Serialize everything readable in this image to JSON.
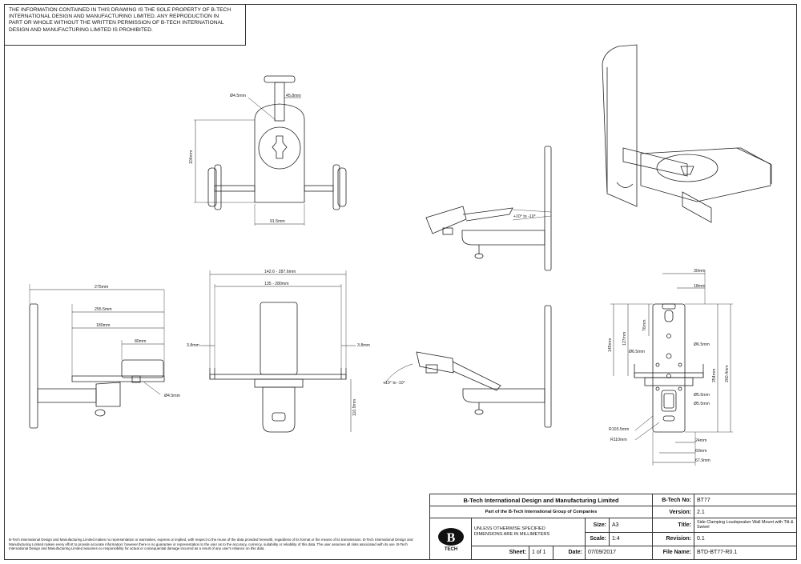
{
  "notice": {
    "lines": [
      "THE INFORMATION CONTAINED IN THIS DRAWING IS THE SOLE PROPERTY OF B-TECH",
      "INTERNATIONAL DESIGN AND MANUFACTURING LIMITED. ANY REPRODUCTION IN",
      "PART OR WHOLE WITHOUT THE WRITTEN PERMISSION OF B-TECH INTERNATIONAL",
      "DESIGN AND MANUFACTURING LIMITED IS PROHIBITED."
    ]
  },
  "dims": {
    "top": {
      "d1": "Ø4.5mm",
      "d2": "45.8mm",
      "d3": "106mm",
      "d4": "91.5mm"
    },
    "tilt_top": "+10° to -10°",
    "side": {
      "d1": "275mm",
      "d2": "255.5mm",
      "d3": "180mm",
      "d4": "80mm",
      "d5": "Ø4.5mm"
    },
    "front": {
      "d1": "142.6 - 287.6mm",
      "d2": "135 - 280mm",
      "d3": "3.8mm",
      "d4": "3.8mm",
      "d5": "110.9mm"
    },
    "tilt_bottom": "+10° to -10°",
    "plate": {
      "d1": "30mm",
      "d2": "18mm",
      "d3": "127mm",
      "d4": "76mm",
      "d5": "145mm",
      "d6": "Ø6.5mm",
      "d7": "Ø6.5mm",
      "d8": "254mm",
      "d9": "260.4mm",
      "d10": "Ø5.5mm",
      "d11": "Ø5.5mm",
      "d12": "R103.5mm",
      "d13": "R110mm",
      "d14": "24mm",
      "d15": "60mm",
      "d16": "67.9mm"
    }
  },
  "disclaimer": "B-Tech International Design and Manufacturing Limited makes no representation or warranties, express or implied, with respect to the reuse of the data provided herewith, regardless of its format or the means of its transmission. B-Tech International Design and Manufacturing Limited makes every effort to provide accurate information; however there is no guarantee or representation to the user as to the accuracy, currency, suitability or reliability of this data. The user assumes all risks associated with its use. B-Tech International Design and Manufacturing Limited assumes no responsibility for actual or consequential damage incurred as a result of any user's reliance on this data.",
  "title_block": {
    "company": "B-Tech International Design and Manufacturing Limited",
    "group": "Part of the B-Tech International Group of Companies",
    "units_note_1": "UNLESS OTHERWISE SPECIFIED",
    "units_note_2": "DIMENSIONS ARE IN MILLIMETERS",
    "size_label": "Size:",
    "size": "A3",
    "scale_label": "Scale:",
    "scale": "1:4",
    "sheet_label": "Sheet:",
    "sheet": "1 of 1",
    "date_label": "Date:",
    "date": "07/09/2017",
    "btech_no_label": "B-Tech No:",
    "btech_no": "BT77",
    "version_label": "Version:",
    "version": "2.1",
    "title_label": "Title:",
    "title": "Side Clamping Loudspeaker Wall Mount with Tilt & Swivel",
    "revision_label": "Revision:",
    "revision": "0.1",
    "filename_label": "File Name:",
    "filename": "BTD-BT77-R0.1",
    "logo_text": "B",
    "logo_sub": "TECH"
  }
}
